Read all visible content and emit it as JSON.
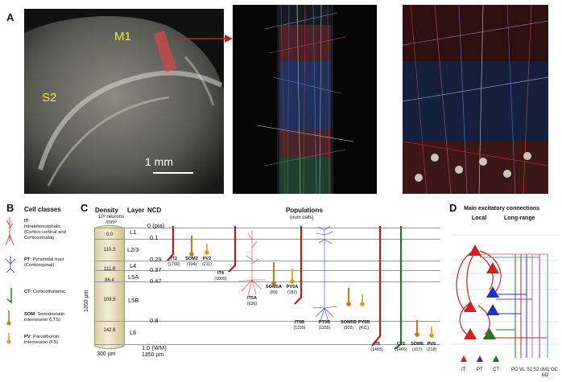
{
  "panels": {
    "a": "A",
    "b": "B",
    "c": "C",
    "d": "D"
  },
  "panel_a": {
    "m1": "M1",
    "s2": "S2",
    "scale": "1 mm"
  },
  "panel_b": {
    "title": "Cell classes",
    "items": [
      {
        "abbr": "IT",
        "desc": ": Intratelencephalic (Cortico-cortical and Corticostriatal)",
        "color": "#d42020"
      },
      {
        "abbr": "PT",
        "desc": ": Pyramidal tract (Corticospinal)",
        "color": "#2030c0"
      },
      {
        "abbr": "CT",
        "desc": ": Corticothalamic",
        "color": "#1b7a2a"
      },
      {
        "abbr": "SOM",
        "desc": ": Somatostatin interneuron (LTS)",
        "color": "#c47a18"
      },
      {
        "abbr": "PV",
        "desc": ": Parvalbumin interneuron (FS)",
        "color": "#d4a018"
      }
    ]
  },
  "panel_c": {
    "density_title": "Density",
    "density_unit": "10³ neurons /mm³",
    "layer_title": "Layer",
    "ncd_title": "NCD",
    "populations_title": "Populations",
    "populations_sub": "(num cells)",
    "height_label": "1350 µm",
    "width_label": "300 µm",
    "bottom_label": "1350 µm",
    "densities": [
      "0.0",
      "110.3",
      "111.8",
      "86.4",
      "109.9",
      "142.6"
    ],
    "layers": [
      "L1",
      "L2/3",
      "L4",
      "L5A",
      "L5B",
      "L6"
    ],
    "ncd": [
      "0 (pia)",
      "0.1",
      "0.29",
      "0.37",
      "0.47",
      "0.8",
      "1.0 (WM)"
    ],
    "populations": [
      {
        "name": "IT2",
        "count": "(1766)"
      },
      {
        "name": "SOM2",
        "count": "(104)"
      },
      {
        "name": "PV2",
        "count": "(211)"
      },
      {
        "name": "IT4",
        "count": "(1005)"
      },
      {
        "name": "IT5A",
        "count": "(636)"
      },
      {
        "name": "SOM5A",
        "count": "(89)"
      },
      {
        "name": "PV5A",
        "count": "(182)"
      },
      {
        "name": "IT5B",
        "count": "(1155)"
      },
      {
        "name": "PT5B",
        "count": "(1155)"
      },
      {
        "name": "SOM5B",
        "count": "(202)"
      },
      {
        "name": "PV5B",
        "count": "(411)"
      },
      {
        "name": "IT6",
        "count": "(1465)"
      },
      {
        "name": "CT6",
        "count": "(1465)"
      },
      {
        "name": "SOM6",
        "count": "(107)"
      },
      {
        "name": "PV6",
        "count": "(218)"
      }
    ]
  },
  "panel_d": {
    "title": "Main excitatory connections",
    "local": "Local",
    "longrange": "Long-range",
    "cell_labels": [
      "IT",
      "PT",
      "CT"
    ],
    "targets": [
      "PO",
      "VL",
      "S1",
      "S2",
      "cM1",
      "OC"
    ],
    "target_extra": "M2"
  }
}
